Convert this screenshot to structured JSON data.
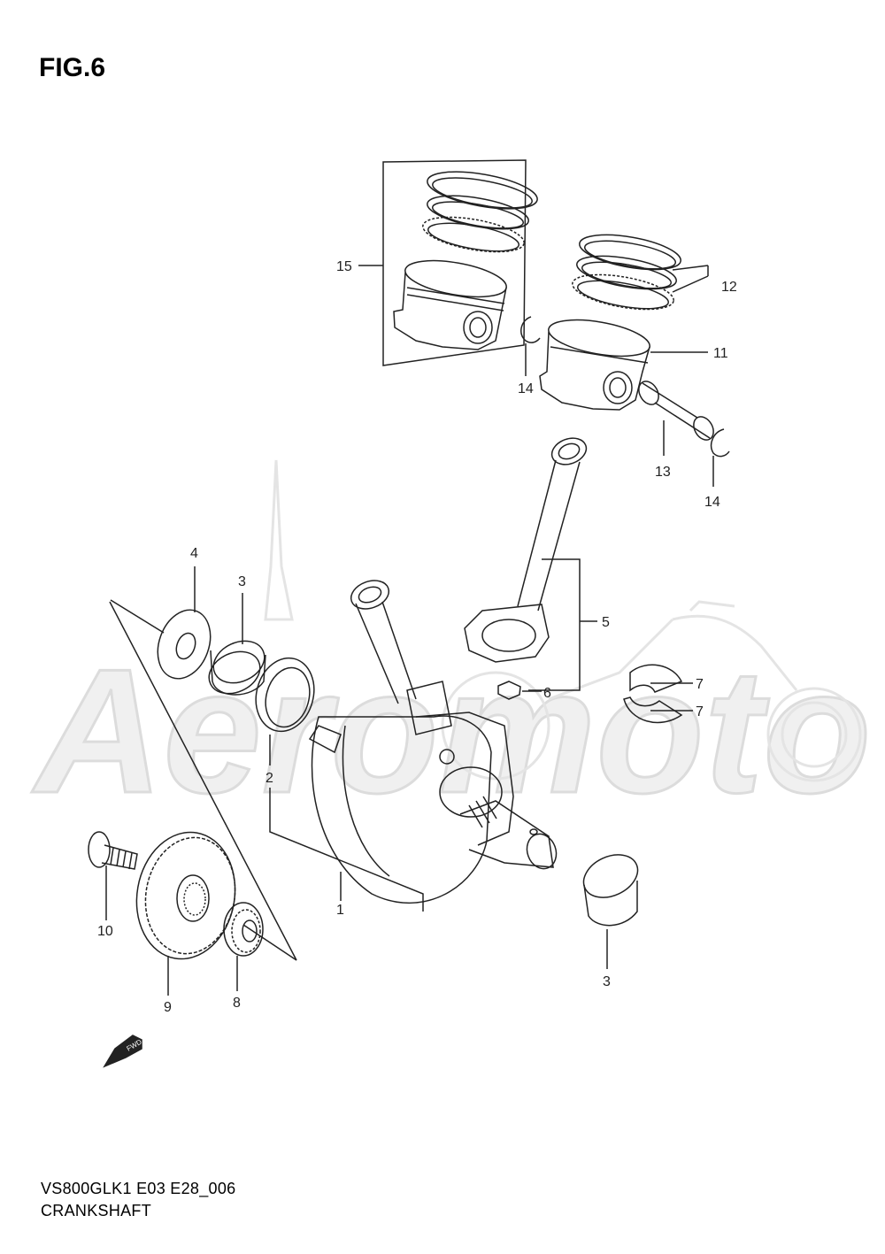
{
  "figure": {
    "title": "FIG.6",
    "model_code": "VS800GLK1 E03 E28_006",
    "section_name": "CRANKSHAFT",
    "watermark_text": "Aeromotо",
    "fwd_label": "FWD"
  },
  "callouts": [
    {
      "id": "1",
      "text": "1"
    },
    {
      "id": "2",
      "text": "2"
    },
    {
      "id": "3a",
      "text": "3"
    },
    {
      "id": "3b",
      "text": "3"
    },
    {
      "id": "4",
      "text": "4"
    },
    {
      "id": "5",
      "text": "5"
    },
    {
      "id": "6",
      "text": "6"
    },
    {
      "id": "7a",
      "text": "7"
    },
    {
      "id": "7b",
      "text": "7"
    },
    {
      "id": "8",
      "text": "8"
    },
    {
      "id": "9",
      "text": "9"
    },
    {
      "id": "10",
      "text": "10"
    },
    {
      "id": "11",
      "text": "11"
    },
    {
      "id": "12",
      "text": "12"
    },
    {
      "id": "13",
      "text": "13"
    },
    {
      "id": "14a",
      "text": "14"
    },
    {
      "id": "14b",
      "text": "14"
    },
    {
      "id": "15",
      "text": "15"
    }
  ],
  "colors": {
    "line": "#222222",
    "watermark": "#e6e6e6"
  }
}
